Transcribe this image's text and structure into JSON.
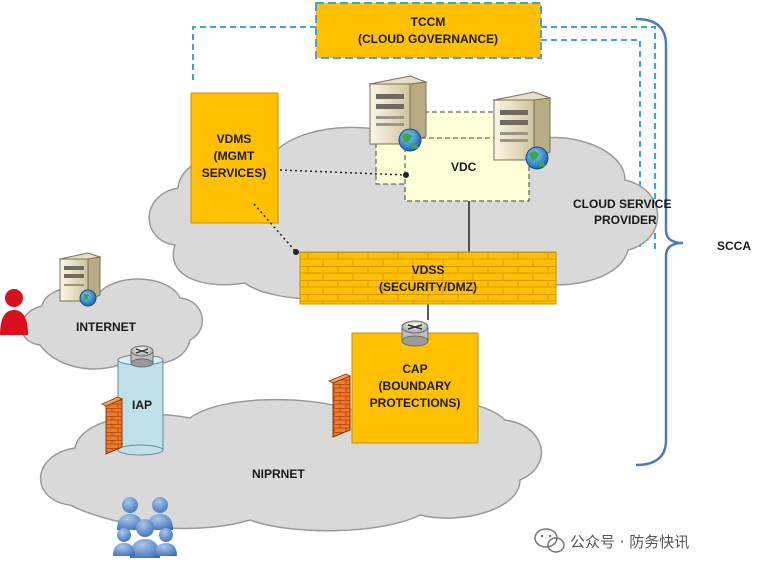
{
  "nodes": {
    "tccm": {
      "line1": "TCCM",
      "line2": "(CLOUD GOVERNANCE)"
    },
    "vdms": {
      "line1": "VDMS",
      "line2": "(MGMT",
      "line3": "SERVICES)"
    },
    "vdc": {
      "label": "VDC"
    },
    "csp": {
      "line1": "CLOUD SERVICE",
      "line2": "PROVIDER"
    },
    "vdss": {
      "line1": "VDSS",
      "line2": "(SECURITY/DMZ)"
    },
    "internet": {
      "label": "INTERNET"
    },
    "iap": {
      "label": "IAP"
    },
    "cap": {
      "line1": "CAP",
      "line2": "(BOUNDARY",
      "line3": "PROTECTIONS)"
    },
    "niprnet": {
      "label": "NIPRNET"
    },
    "scca": {
      "label": "SCCA"
    }
  },
  "watermark": "公众号 · 防务快讯",
  "colors": {
    "gold": "#ffc000",
    "gold_border": "#c89200",
    "cloud": "#d9d9d9",
    "cloud_border": "#9a9a9a",
    "vdc_fill": "#ffffd8",
    "iap_fill": "#bfe0e8",
    "scca_brace": "#4a7ebb",
    "tccm_dash": "#3fa6cf"
  },
  "icons": [
    "server-icon",
    "globe-icon",
    "router-icon",
    "firewall-icon",
    "user-icon",
    "users-icon",
    "wechat-icon"
  ]
}
